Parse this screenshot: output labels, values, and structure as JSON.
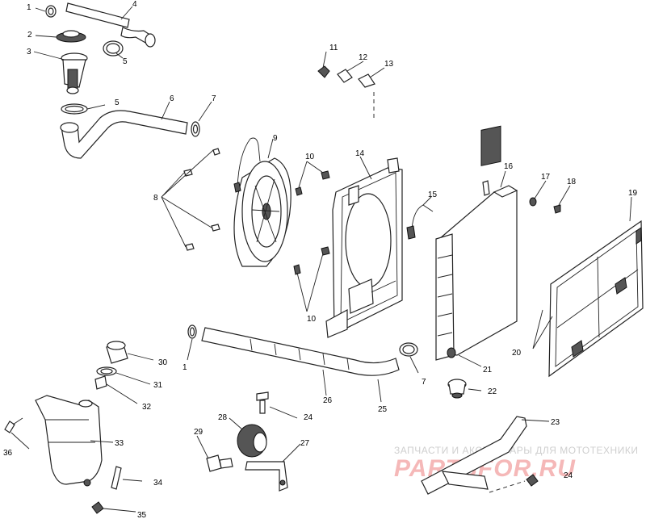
{
  "labels": {
    "l1a": "1",
    "l4": "4",
    "l2": "2",
    "l3": "3",
    "l5a": "5",
    "l5b": "5",
    "l6": "6",
    "l7a": "7",
    "l11": "11",
    "l12": "12",
    "l13": "13",
    "l8": "8",
    "l9": "9",
    "l10a": "10",
    "l10b": "10",
    "l14": "14",
    "l15": "15",
    "l16": "16",
    "l17": "17",
    "l18": "18",
    "l19": "19",
    "l20": "20",
    "l21": "21",
    "l22": "22",
    "l7b": "7",
    "l25": "25",
    "l26": "26",
    "l1b": "1",
    "l30": "30",
    "l31": "31",
    "l32": "32",
    "l33": "33",
    "l34": "34",
    "l35": "35",
    "l36": "36",
    "l24a": "24",
    "l28": "28",
    "l29": "29",
    "l27": "27",
    "l23": "23",
    "l24b": "24"
  },
  "watermark": {
    "tagline": "ЗАПЧАСТИ И АКСЕССУАРЫ ДЛЯ МОТОТЕХНИКИ",
    "brand": "PARTSFOR.RU"
  }
}
